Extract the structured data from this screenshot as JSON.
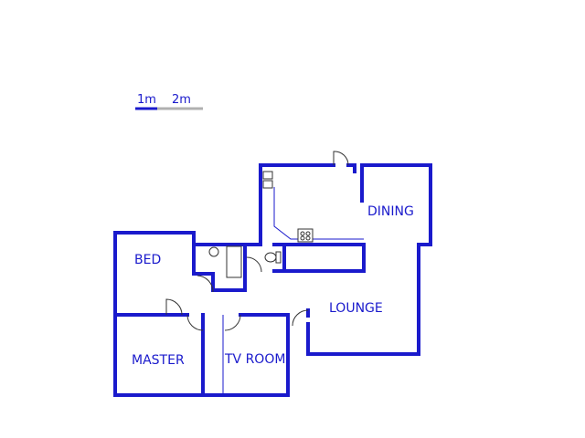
{
  "scale": {
    "label_1": "1m",
    "label_2": "2m"
  },
  "rooms": {
    "dining": "DINING",
    "bed": "BED",
    "lounge": "LOUNGE",
    "master": "MASTER",
    "tv_room": "TV ROOM"
  },
  "colors": {
    "wall": "#1a1acc",
    "scale_bar_light": "#b0b0b0"
  }
}
